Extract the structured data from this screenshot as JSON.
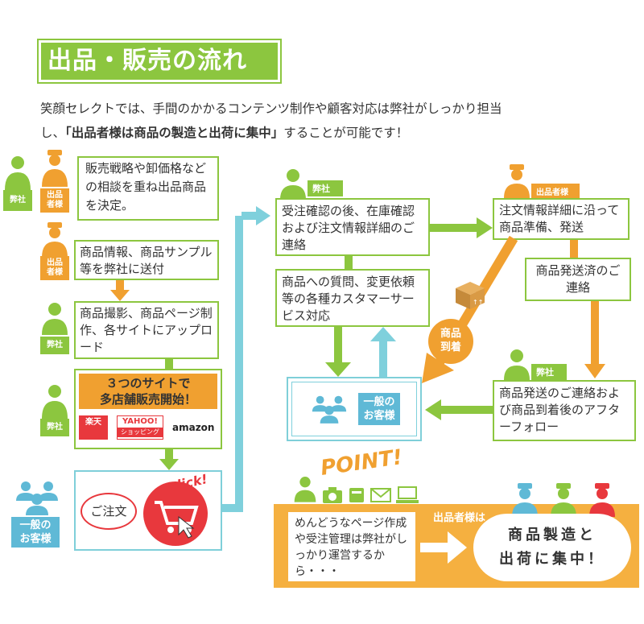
{
  "title": "出品・販売の流れ",
  "intro": {
    "line1": "笑顔セレクトでは、手間のかかるコンテンツ制作や顧客対応は弊社がしっかり担当",
    "line2_pre": "し、",
    "line2_bold": "「出品者様は商品の製造と出荷に集中」",
    "line2_post": "することが可能です！"
  },
  "roles": {
    "company": "弊社",
    "seller": "出品者様",
    "seller_short1": "出品",
    "seller_short2": "者様",
    "customer": "一般の お客様",
    "customer1": "一般の",
    "customer2": "お客様"
  },
  "left_flow": {
    "step1": "販売戦略や卸価格などの相談を重ね出品商品を決定。",
    "step2": "商品情報、商品サンプル等を弊社に送付",
    "step3": "商品撮影、商品ページ制作、各サイトにアップロード",
    "step4_line1": "３つのサイトで",
    "step4_line2": "多店舗販売開始！",
    "sites": {
      "rakuten": "楽天",
      "yahoo": "YAHOO!",
      "yahoo_sub": "ショッピング",
      "amazon": "amazon"
    },
    "order": "ご注文",
    "click": "click!"
  },
  "right_flow": {
    "company_box1": "受注確認の後、在庫確認および注文情報詳細のご連絡",
    "company_box2": "商品への質問、変更依頼等の各種カスタマーサービス対応",
    "seller_box1": "注文情報詳細に沿って商品準備、発送",
    "seller_box2": "商品発送済のご連絡",
    "company_box3": "商品発送のご連絡および商品到着後のアフターフォロー",
    "arrival1": "商品",
    "arrival2": "到着"
  },
  "point": {
    "heading": "POINT!",
    "text": "めんどうなページ作成や受注管理は弊社がしっかり運営するから・・・",
    "seller_label": "出品者様は",
    "focus_line1": "商品製造と",
    "focus_line2": "出荷に集中！"
  },
  "colors": {
    "green": "#8cc63f",
    "orange": "#f0a030",
    "blue": "#7fd0dc",
    "red": "#e8383d"
  }
}
